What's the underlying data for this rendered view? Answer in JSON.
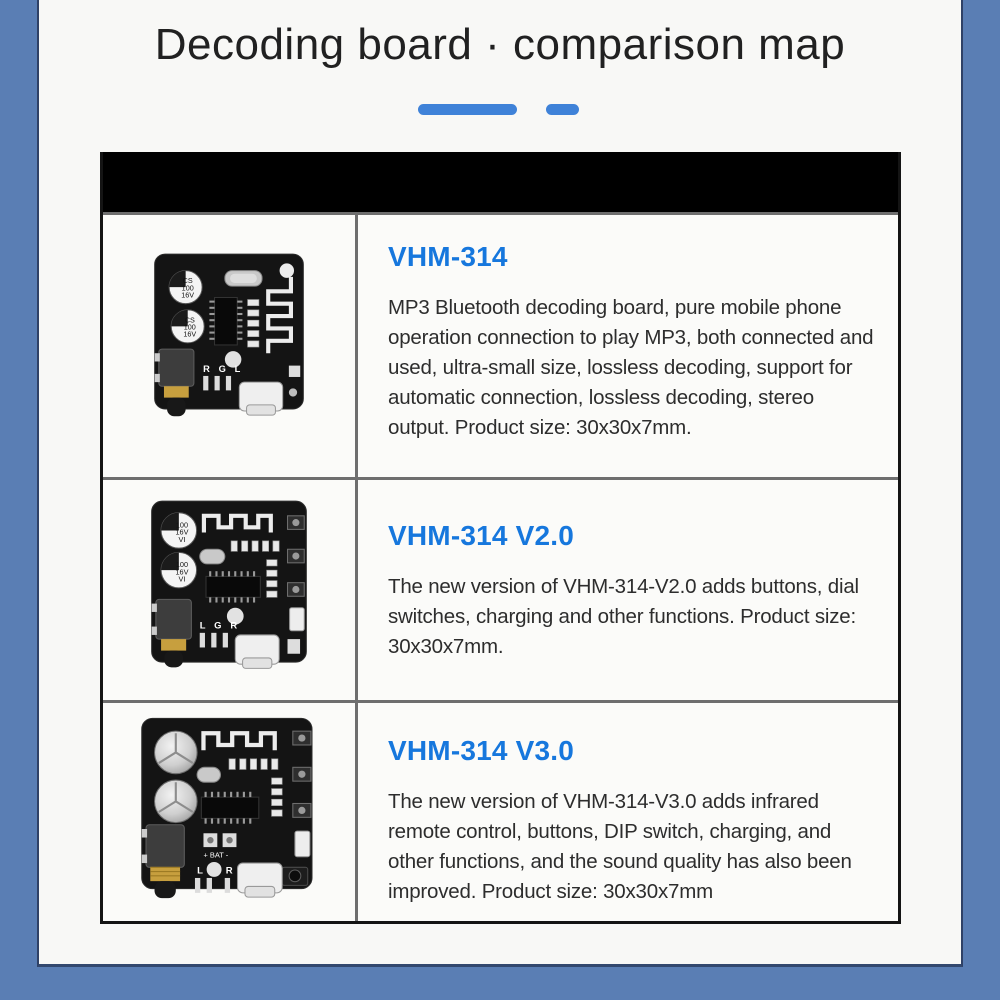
{
  "page": {
    "title": "Decoding board · comparison map"
  },
  "colors": {
    "frame_blue": "#5a7eb4",
    "accent_dash_blue": "#3f82d8",
    "product_name_blue": "#1677dd",
    "table_outer_border": "#141414",
    "table_divider_gray": "#6e6e6e",
    "header_bar": "#000000",
    "body_text": "#2d2d2d"
  },
  "table": {
    "rows": [
      {
        "name": "VHM-314",
        "description": "MP3 Bluetooth decoding board, pure mobile phone operation connection to play MP3, both connected and used, ultra-small size, lossless decoding, support for automatic connection, lossless decoding, stereo output. Product size: 30x30x7mm.",
        "board": {
          "cap_lines": [
            "CS",
            "100",
            "16V"
          ],
          "channel_label": "R G L"
        }
      },
      {
        "name": "VHM-314 V2.0",
        "description": "The new version of VHM-314-V2.0 adds buttons, dial switches, charging and other functions. Product size: 30x30x7mm.",
        "board": {
          "cap_lines": [
            "100",
            "16V",
            "VI"
          ],
          "channel_label": "L G R"
        }
      },
      {
        "name": "VHM-314 V3.0",
        "description": "The new version of VHM-314-V3.0 adds infrared remote control, buttons, DIP switch, charging, and other functions, and the sound quality has also been improved. Product size: 30x30x7mm",
        "board": {
          "channel_left": "L",
          "channel_right": "R",
          "bat_label": "+ BAT -"
        }
      }
    ]
  }
}
